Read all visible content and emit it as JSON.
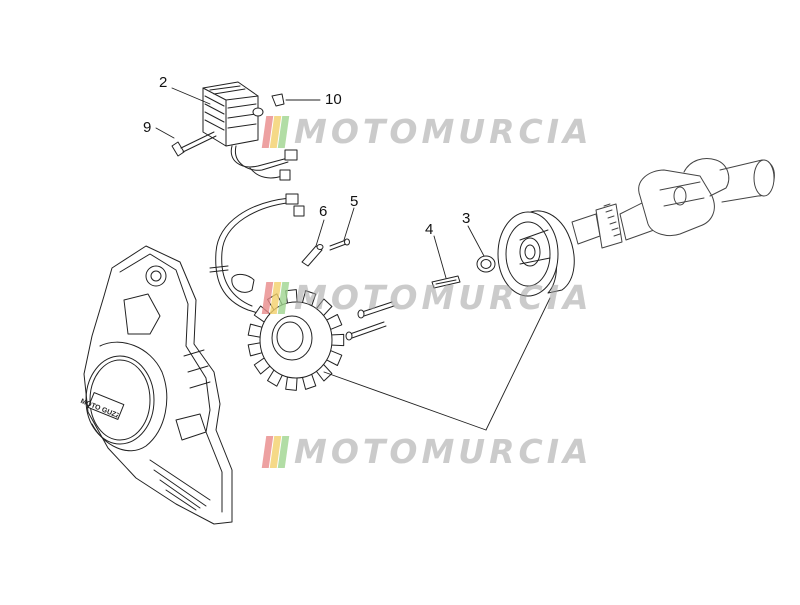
{
  "callouts": {
    "c2": "2",
    "c10": "10",
    "c9": "9",
    "c6": "6",
    "c5": "5",
    "c4": "4",
    "c3": "3"
  },
  "watermark": {
    "text": "MOTOMURCIA",
    "bar_colors": [
      "#e88a8a",
      "#f2cf6a",
      "#9fd48f"
    ]
  },
  "cover_logo": "MOTO GUZZI",
  "colors": {
    "line": "#222222",
    "background": "#ffffff"
  }
}
